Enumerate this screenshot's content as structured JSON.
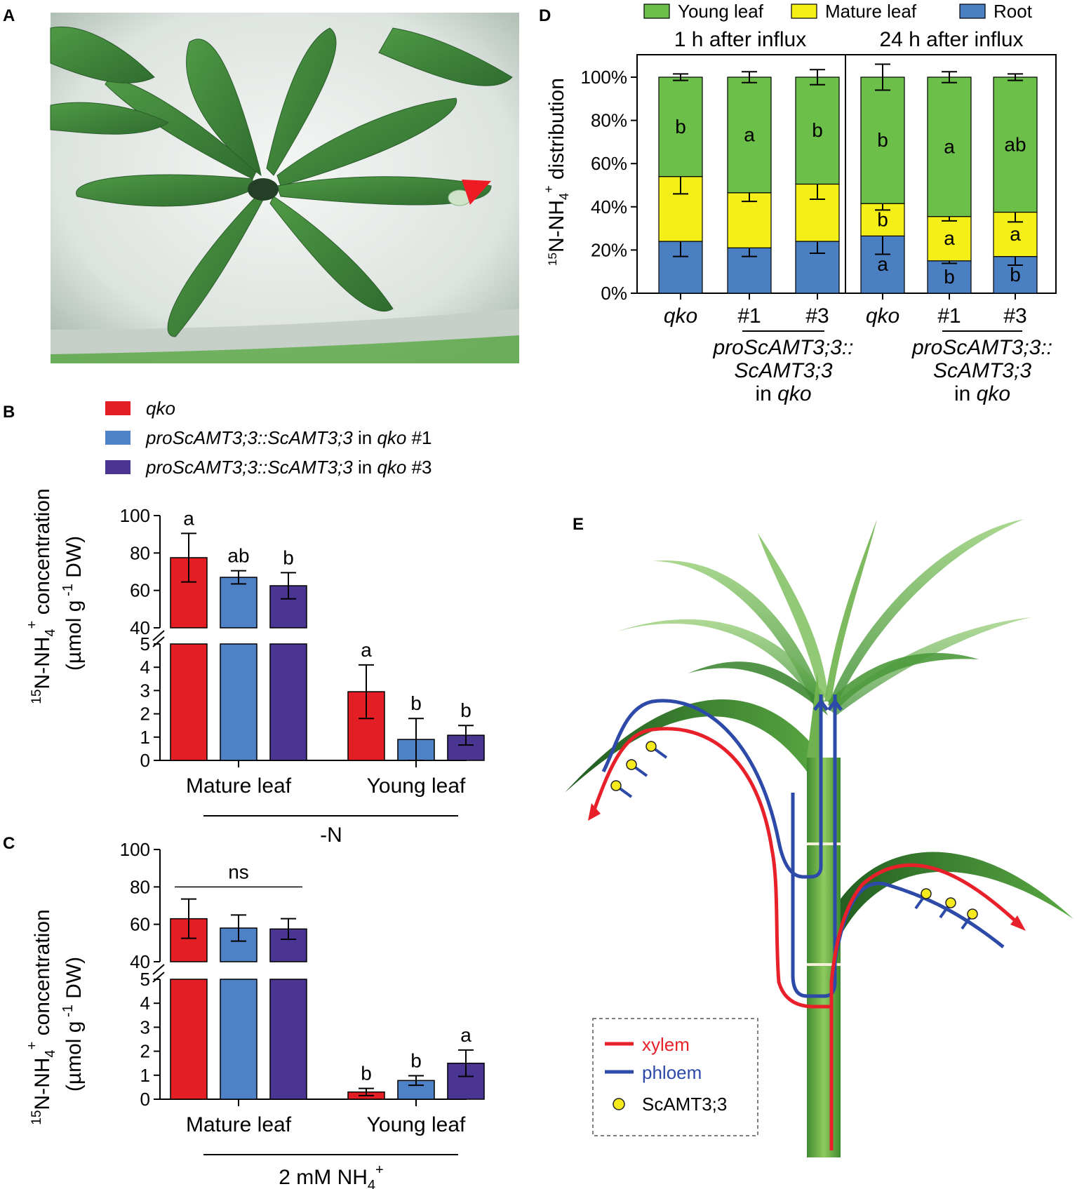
{
  "panels": {
    "a": {
      "letter": "A"
    },
    "b": {
      "letter": "B"
    },
    "c": {
      "letter": "C"
    },
    "d": {
      "letter": "D"
    },
    "e": {
      "letter": "E"
    }
  },
  "colors": {
    "qko": "#e31e25",
    "line1": "#4f81c7",
    "line3": "#4a3593",
    "young": "#6cc04a",
    "mature": "#f4ef17",
    "root": "#4a7fc1",
    "xylem": "#e8202a",
    "phloem": "#2e4aa8",
    "transporter": "#f7ea1c",
    "arrowhead": "#e8202a"
  },
  "legend_bc": [
    {
      "italic": "qko",
      "rest": "",
      "color": "#e31e25"
    },
    {
      "italic": "proScAMT3;3::ScAMT3;3",
      "mid": " in ",
      "italic2": "qko",
      "rest": " #1",
      "color": "#4f81c7"
    },
    {
      "italic": "proScAMT3;3::ScAMT3;3",
      "mid": " in ",
      "italic2": "qko",
      "rest": " #3",
      "color": "#4a3593"
    }
  ],
  "axis_bc": {
    "ylabel_pre": "15",
    "ylabel_mid": "N-NH",
    "ylabel_sub": "4",
    "ylabel_sup": "+",
    "ylabel_post": " concentration",
    "ylabel2_pre": "(µmol g",
    "ylabel2_sup": " -1",
    "ylabel2_post": " DW)",
    "groups": [
      "Mature leaf",
      "Young leaf"
    ]
  },
  "chart_data": [
    {
      "type": "bar",
      "panel": "B",
      "treatment": "-N",
      "categories": [
        "Mature leaf",
        "Young leaf"
      ],
      "series": [
        {
          "name": "qko",
          "values": [
            77.5,
            2.95
          ],
          "errors": [
            13,
            1.15
          ],
          "sig": [
            "a",
            "a"
          ]
        },
        {
          "name": "proScAMT3;3::ScAMT3;3 in qko #1",
          "values": [
            67,
            0.9
          ],
          "errors": [
            3.5,
            0.9
          ],
          "sig": [
            "ab",
            "b"
          ]
        },
        {
          "name": "proScAMT3;3::ScAMT3;3 in qko #3",
          "values": [
            62.5,
            1.08
          ],
          "errors": [
            7,
            0.42
          ],
          "sig": [
            "b",
            "b"
          ]
        }
      ],
      "y_broken_axis": {
        "lower": [
          0,
          5
        ],
        "upper": [
          40,
          100
        ]
      },
      "lower_ticks": [
        "0",
        "1",
        "2",
        "3",
        "4",
        "5"
      ],
      "upper_ticks": [
        "40",
        "60",
        "80",
        "100"
      ]
    },
    {
      "type": "bar",
      "panel": "C",
      "treatment_pre": "2 mM NH",
      "treatment_sub": "4",
      "treatment_sup": "+",
      "categories": [
        "Mature leaf",
        "Young leaf"
      ],
      "series": [
        {
          "name": "qko",
          "values": [
            63,
            0.3
          ],
          "errors": [
            10.5,
            0.15
          ],
          "sig": [
            "",
            "b"
          ]
        },
        {
          "name": "proScAMT3;3::ScAMT3;3 in qko #1",
          "values": [
            58,
            0.78
          ],
          "errors": [
            7,
            0.2
          ],
          "sig": [
            "",
            "b"
          ]
        },
        {
          "name": "proScAMT3;3::ScAMT3;3 in qko #3",
          "values": [
            57.5,
            1.5
          ],
          "errors": [
            5.5,
            0.55
          ],
          "sig": [
            "",
            "a"
          ]
        }
      ],
      "ns_label": "ns",
      "y_broken_axis": {
        "lower": [
          0,
          5
        ],
        "upper": [
          40,
          100
        ]
      },
      "lower_ticks": [
        "0",
        "1",
        "2",
        "3",
        "4",
        "5"
      ],
      "upper_ticks": [
        "40",
        "60",
        "80",
        "100"
      ]
    },
    {
      "type": "bar",
      "stacked": true,
      "panel": "D",
      "ylabel_pre": "15",
      "ylabel_mid": "N-NH",
      "ylabel_sub": "4",
      "ylabel_sup": "+",
      "ylabel_post": " distribution",
      "yticks": [
        "0%",
        "20%",
        "40%",
        "60%",
        "80%",
        "100%"
      ],
      "legend": [
        "Young leaf",
        "Mature leaf",
        "Root"
      ],
      "timepoints": [
        "1 h after influx",
        "24 h after influx"
      ],
      "categories": [
        "qko",
        "#1",
        "#3",
        "qko",
        "#1",
        "#3"
      ],
      "group_label": [
        "proScAMT3;3::",
        "ScAMT3;3",
        "in ",
        "qko"
      ],
      "series": [
        {
          "name": "Root",
          "values": [
            24,
            21,
            24,
            26.5,
            15,
            17
          ],
          "errors": [
            7,
            4,
            5.5,
            8.5,
            1.2,
            4
          ],
          "sig": [
            "",
            "",
            "",
            "a",
            "b",
            "b"
          ]
        },
        {
          "name": "Mature leaf",
          "values": [
            30,
            25.5,
            26.5,
            15,
            20.5,
            20.5
          ],
          "errors": [
            8,
            4,
            7,
            3,
            2,
            4.5
          ],
          "sig": [
            "",
            "",
            "",
            "b",
            "a",
            "a"
          ]
        },
        {
          "name": "Young leaf",
          "values": [
            46,
            53.5,
            49.5,
            58.5,
            64.5,
            62.5
          ],
          "errors": [
            1.5,
            2.5,
            3.5,
            6,
            2.5,
            1.5
          ],
          "sig": [
            "b",
            "a",
            "b",
            "b",
            "a",
            "ab"
          ]
        }
      ]
    }
  ],
  "diagram_e": {
    "legend": [
      "xylem",
      "phloem",
      "ScAMT3;3"
    ]
  }
}
